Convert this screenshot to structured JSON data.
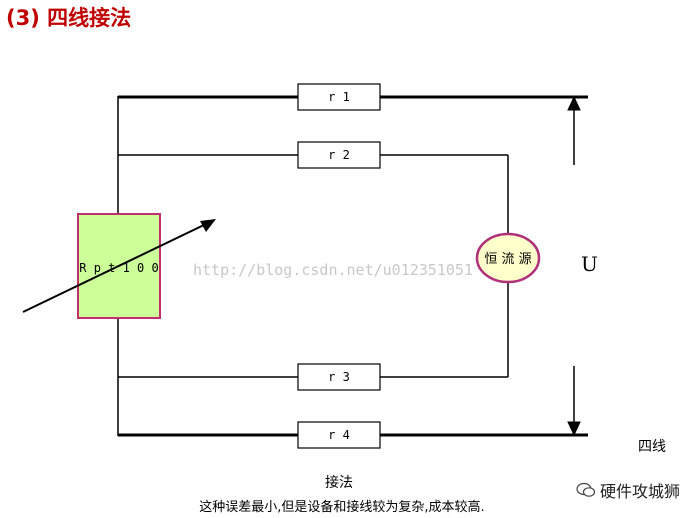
{
  "title": "(3) 四线接法",
  "resistors": [
    {
      "id": "r1",
      "label": "r 1"
    },
    {
      "id": "r2",
      "label": "r 2"
    },
    {
      "id": "r3",
      "label": "r 3"
    },
    {
      "id": "r4",
      "label": "r 4"
    }
  ],
  "sensor_label": "R p t 1 0 0",
  "current_source_label": "恒 流 源",
  "voltage_label": "U",
  "four_wire_label": "四线",
  "watermark": "http://blog.csdn.net/u012351051",
  "caption_title": "接法",
  "caption_desc": "这种误差最小,但是设备和接线较为复杂,成本较高.",
  "brand_name": "硬件攻城狮",
  "colors": {
    "title": "#c00000",
    "sensor_fill": "#ccff99",
    "sensor_border": "#c0306a",
    "source_fill": "#ffffcc",
    "source_border": "#b0307a",
    "wire": "#000000"
  }
}
